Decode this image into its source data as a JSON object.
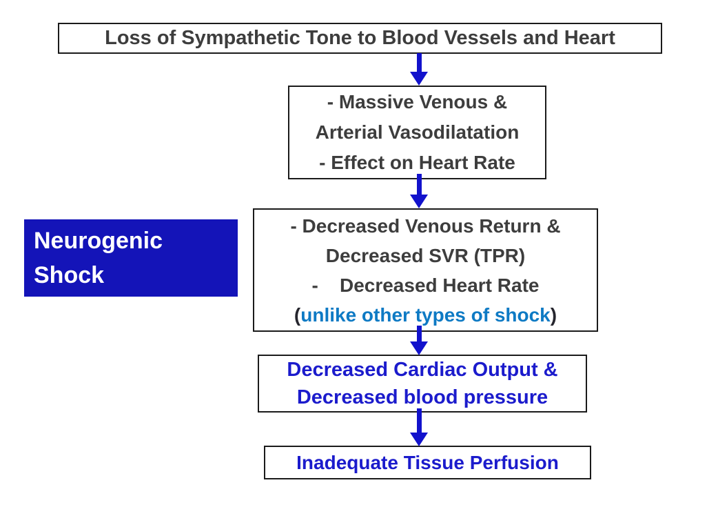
{
  "diagram_title": "Neurogenic Shock",
  "colors": {
    "dark_text": "#3d3d3d",
    "blue_text": "#1b1bcc",
    "light_blue_text": "#0e7ac4",
    "arrow": "#1212cc",
    "side_box_bg": "#1414b8",
    "side_box_text": "#ffffff",
    "box_bg": "#ffffff",
    "box_border": "#1a1a1a"
  },
  "side_label": {
    "line1": "Neurogenic",
    "line2": "Shock"
  },
  "flow": {
    "box1": {
      "text": "Loss of Sympathetic Tone to Blood Vessels and Heart"
    },
    "box2": {
      "lines": [
        "- Massive Venous &",
        "Arterial Vasodilatation",
        "- Effect on Heart Rate"
      ]
    },
    "box3": {
      "lines": [
        "- Decreased Venous Return &",
        "Decreased SVR (TPR)",
        "-    Decreased Heart Rate"
      ],
      "paren_open": "(",
      "highlight": "unlike other types of shock",
      "paren_close": ")"
    },
    "box4": {
      "lines": [
        "Decreased Cardiac Output &",
        "Decreased blood pressure"
      ]
    },
    "box5": {
      "text": "Inadequate Tissue Perfusion"
    }
  }
}
